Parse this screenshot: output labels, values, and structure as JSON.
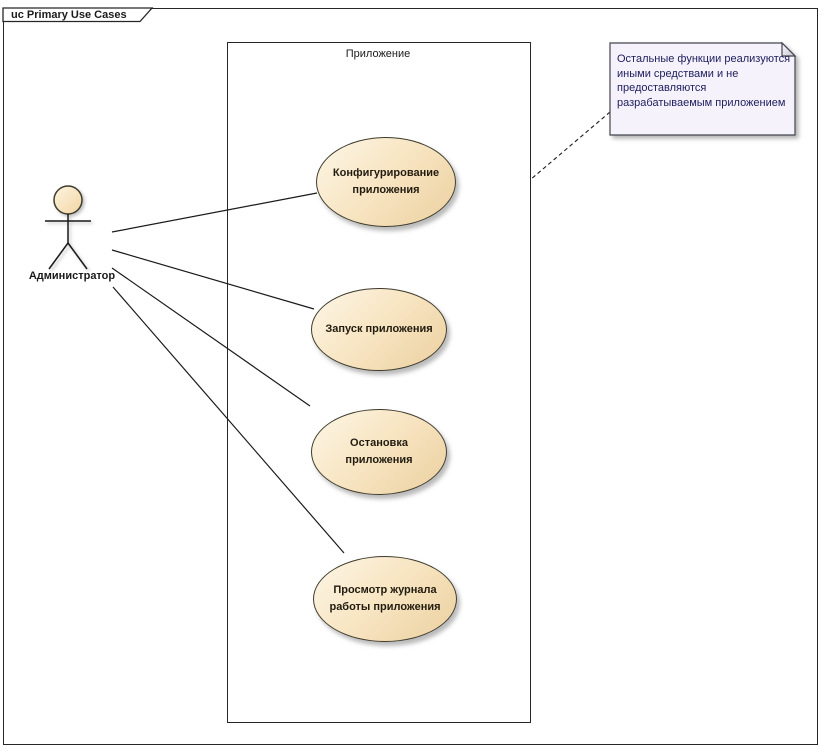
{
  "frame": {
    "title": "uc Primary Use Cases"
  },
  "system_boundary": {
    "label": "Приложение"
  },
  "actor": {
    "label": "Администратор"
  },
  "use_cases": [
    {
      "label": "Конфигурирование приложения",
      "lines": [
        "Конфигурирование",
        "приложения"
      ]
    },
    {
      "label": "Запуск приложения",
      "lines": [
        "Запуск приложения"
      ]
    },
    {
      "label": "Остановка приложения",
      "lines": [
        "Остановка",
        "приложения"
      ]
    },
    {
      "label": "Просмотр журнала работы приложения",
      "lines": [
        "Просмотр журнала",
        "работы приложения"
      ]
    }
  ],
  "note": {
    "label": "Остальные функции реализуются иными средствами и не предоставляются разрабатываемым приложением",
    "lines": [
      "Остальные функции реализуются",
      "иными средствами и не",
      "предоставляются",
      "разрабатываемым приложением"
    ]
  },
  "relationships": [
    {
      "from": "Администратор",
      "to": "Конфигурирование приложения",
      "type": "association"
    },
    {
      "from": "Администратор",
      "to": "Запуск приложения",
      "type": "association"
    },
    {
      "from": "Администратор",
      "to": "Остановка приложения",
      "type": "association"
    },
    {
      "from": "Администратор",
      "to": "Просмотр журнала работы приложения",
      "type": "association"
    },
    {
      "from": "note",
      "to": "Приложение",
      "type": "note-attachment"
    }
  ],
  "colors": {
    "usecase_fill_light": "#fdf6e7",
    "usecase_fill_dark": "#ecd0a0",
    "usecase_border": "#3f3c2d",
    "note_fill": "#f5f2fb",
    "note_text": "#20205f",
    "line": "#1a1a1a",
    "frame_border": "#262626"
  }
}
